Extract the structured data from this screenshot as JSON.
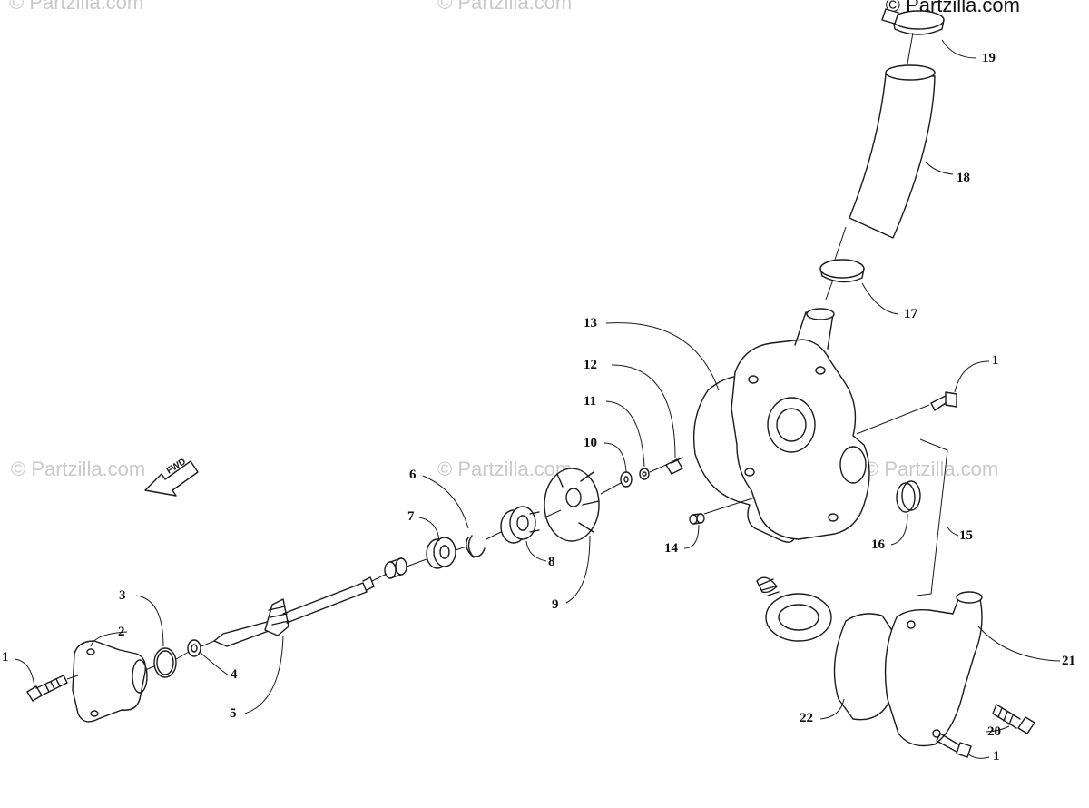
{
  "watermark": {
    "text": "© Partzilla.com",
    "color": "#c9c9c9"
  },
  "top_watermark": "© Partzilla.com",
  "fwd_arrow_label": "FWD",
  "line_color": "#1a1a1a",
  "callouts": [
    {
      "id": "c1a",
      "label": "1"
    },
    {
      "id": "c2",
      "label": "2"
    },
    {
      "id": "c3",
      "label": "3"
    },
    {
      "id": "c4",
      "label": "4"
    },
    {
      "id": "c5",
      "label": "5"
    },
    {
      "id": "c6",
      "label": "6"
    },
    {
      "id": "c7",
      "label": "7"
    },
    {
      "id": "c8",
      "label": "8"
    },
    {
      "id": "c9",
      "label": "9"
    },
    {
      "id": "c10",
      "label": "10"
    },
    {
      "id": "c11",
      "label": "11"
    },
    {
      "id": "c12",
      "label": "12"
    },
    {
      "id": "c13",
      "label": "13"
    },
    {
      "id": "c14",
      "label": "14"
    },
    {
      "id": "c15",
      "label": "15"
    },
    {
      "id": "c16",
      "label": "16"
    },
    {
      "id": "c17",
      "label": "17"
    },
    {
      "id": "c18",
      "label": "18"
    },
    {
      "id": "c19",
      "label": "19"
    },
    {
      "id": "c1b",
      "label": "1"
    },
    {
      "id": "c20",
      "label": "20"
    },
    {
      "id": "c21",
      "label": "21"
    },
    {
      "id": "c22",
      "label": "22"
    },
    {
      "id": "c1c",
      "label": "1"
    }
  ]
}
